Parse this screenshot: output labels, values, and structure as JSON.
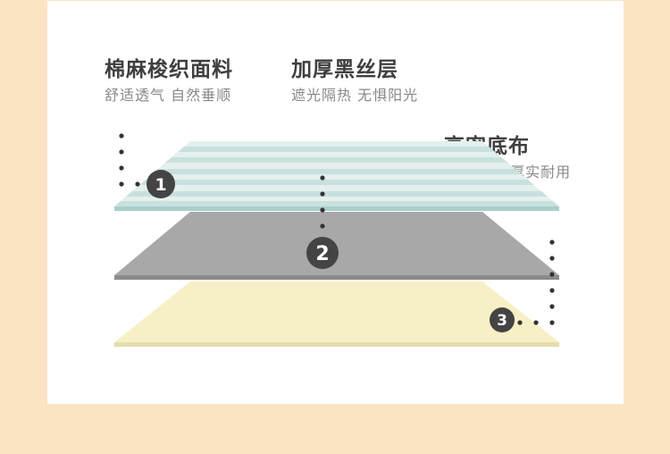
{
  "layers": [
    {
      "number": "1",
      "title": "棉麻梭织面料",
      "subtitle": "舒适透气 自然垂顺"
    },
    {
      "number": "2",
      "title": "加厚黑丝层",
      "subtitle": "遮光隔热 无惧阳光"
    },
    {
      "number": "3",
      "title": "高密底布",
      "subtitle": "挺括有型 厚实耐用"
    }
  ],
  "colors": {
    "background": "#fbe4c4",
    "card": "#ffffff",
    "layer1_light": "#e4f0ee",
    "layer1_stripe": "#c9e0de",
    "layer1_edge": "#aacfcc",
    "layer2_face": "#a8a8a8",
    "layer2_edge": "#8a8a8a",
    "layer3_face": "#f7f0c6",
    "layer3_edge": "#e4dcae",
    "badge": "#444444"
  }
}
